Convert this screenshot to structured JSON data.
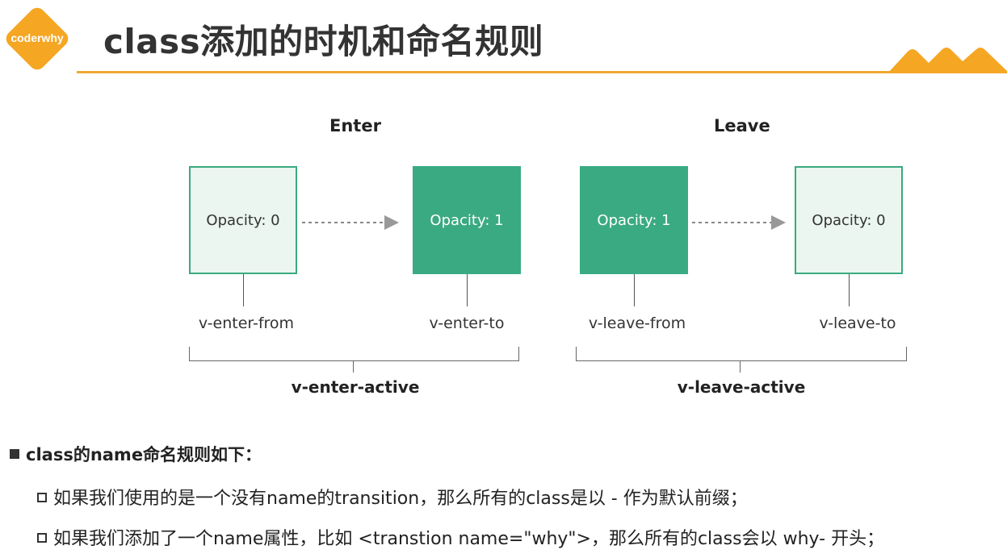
{
  "logo": {
    "text": "coderwhy",
    "color": "#f5a623"
  },
  "title": "class添加的时机和命名规则",
  "enter": {
    "heading": "Enter",
    "from_box": "Opacity: 0",
    "to_box": "Opacity: 1",
    "from_class": "v-enter-from",
    "to_class": "v-enter-to",
    "active_class": "v-enter-active"
  },
  "leave": {
    "heading": "Leave",
    "from_box": "Opacity: 1",
    "to_box": "Opacity: 0",
    "from_class": "v-leave-from",
    "to_class": "v-leave-to",
    "active_class": "v-leave-active"
  },
  "colors": {
    "accent": "#f0a830",
    "green": "#3aaa82",
    "light_green": "#eaf6ef"
  },
  "rules": {
    "heading": "class的name命名规则如下：",
    "items": [
      "如果我们使用的是一个没有name的transition，那么所有的class是以 - 作为默认前缀；",
      "如果我们添加了一个name属性，比如 <transtion name=\"why\">，那么所有的class会以 why- 开头；"
    ]
  }
}
